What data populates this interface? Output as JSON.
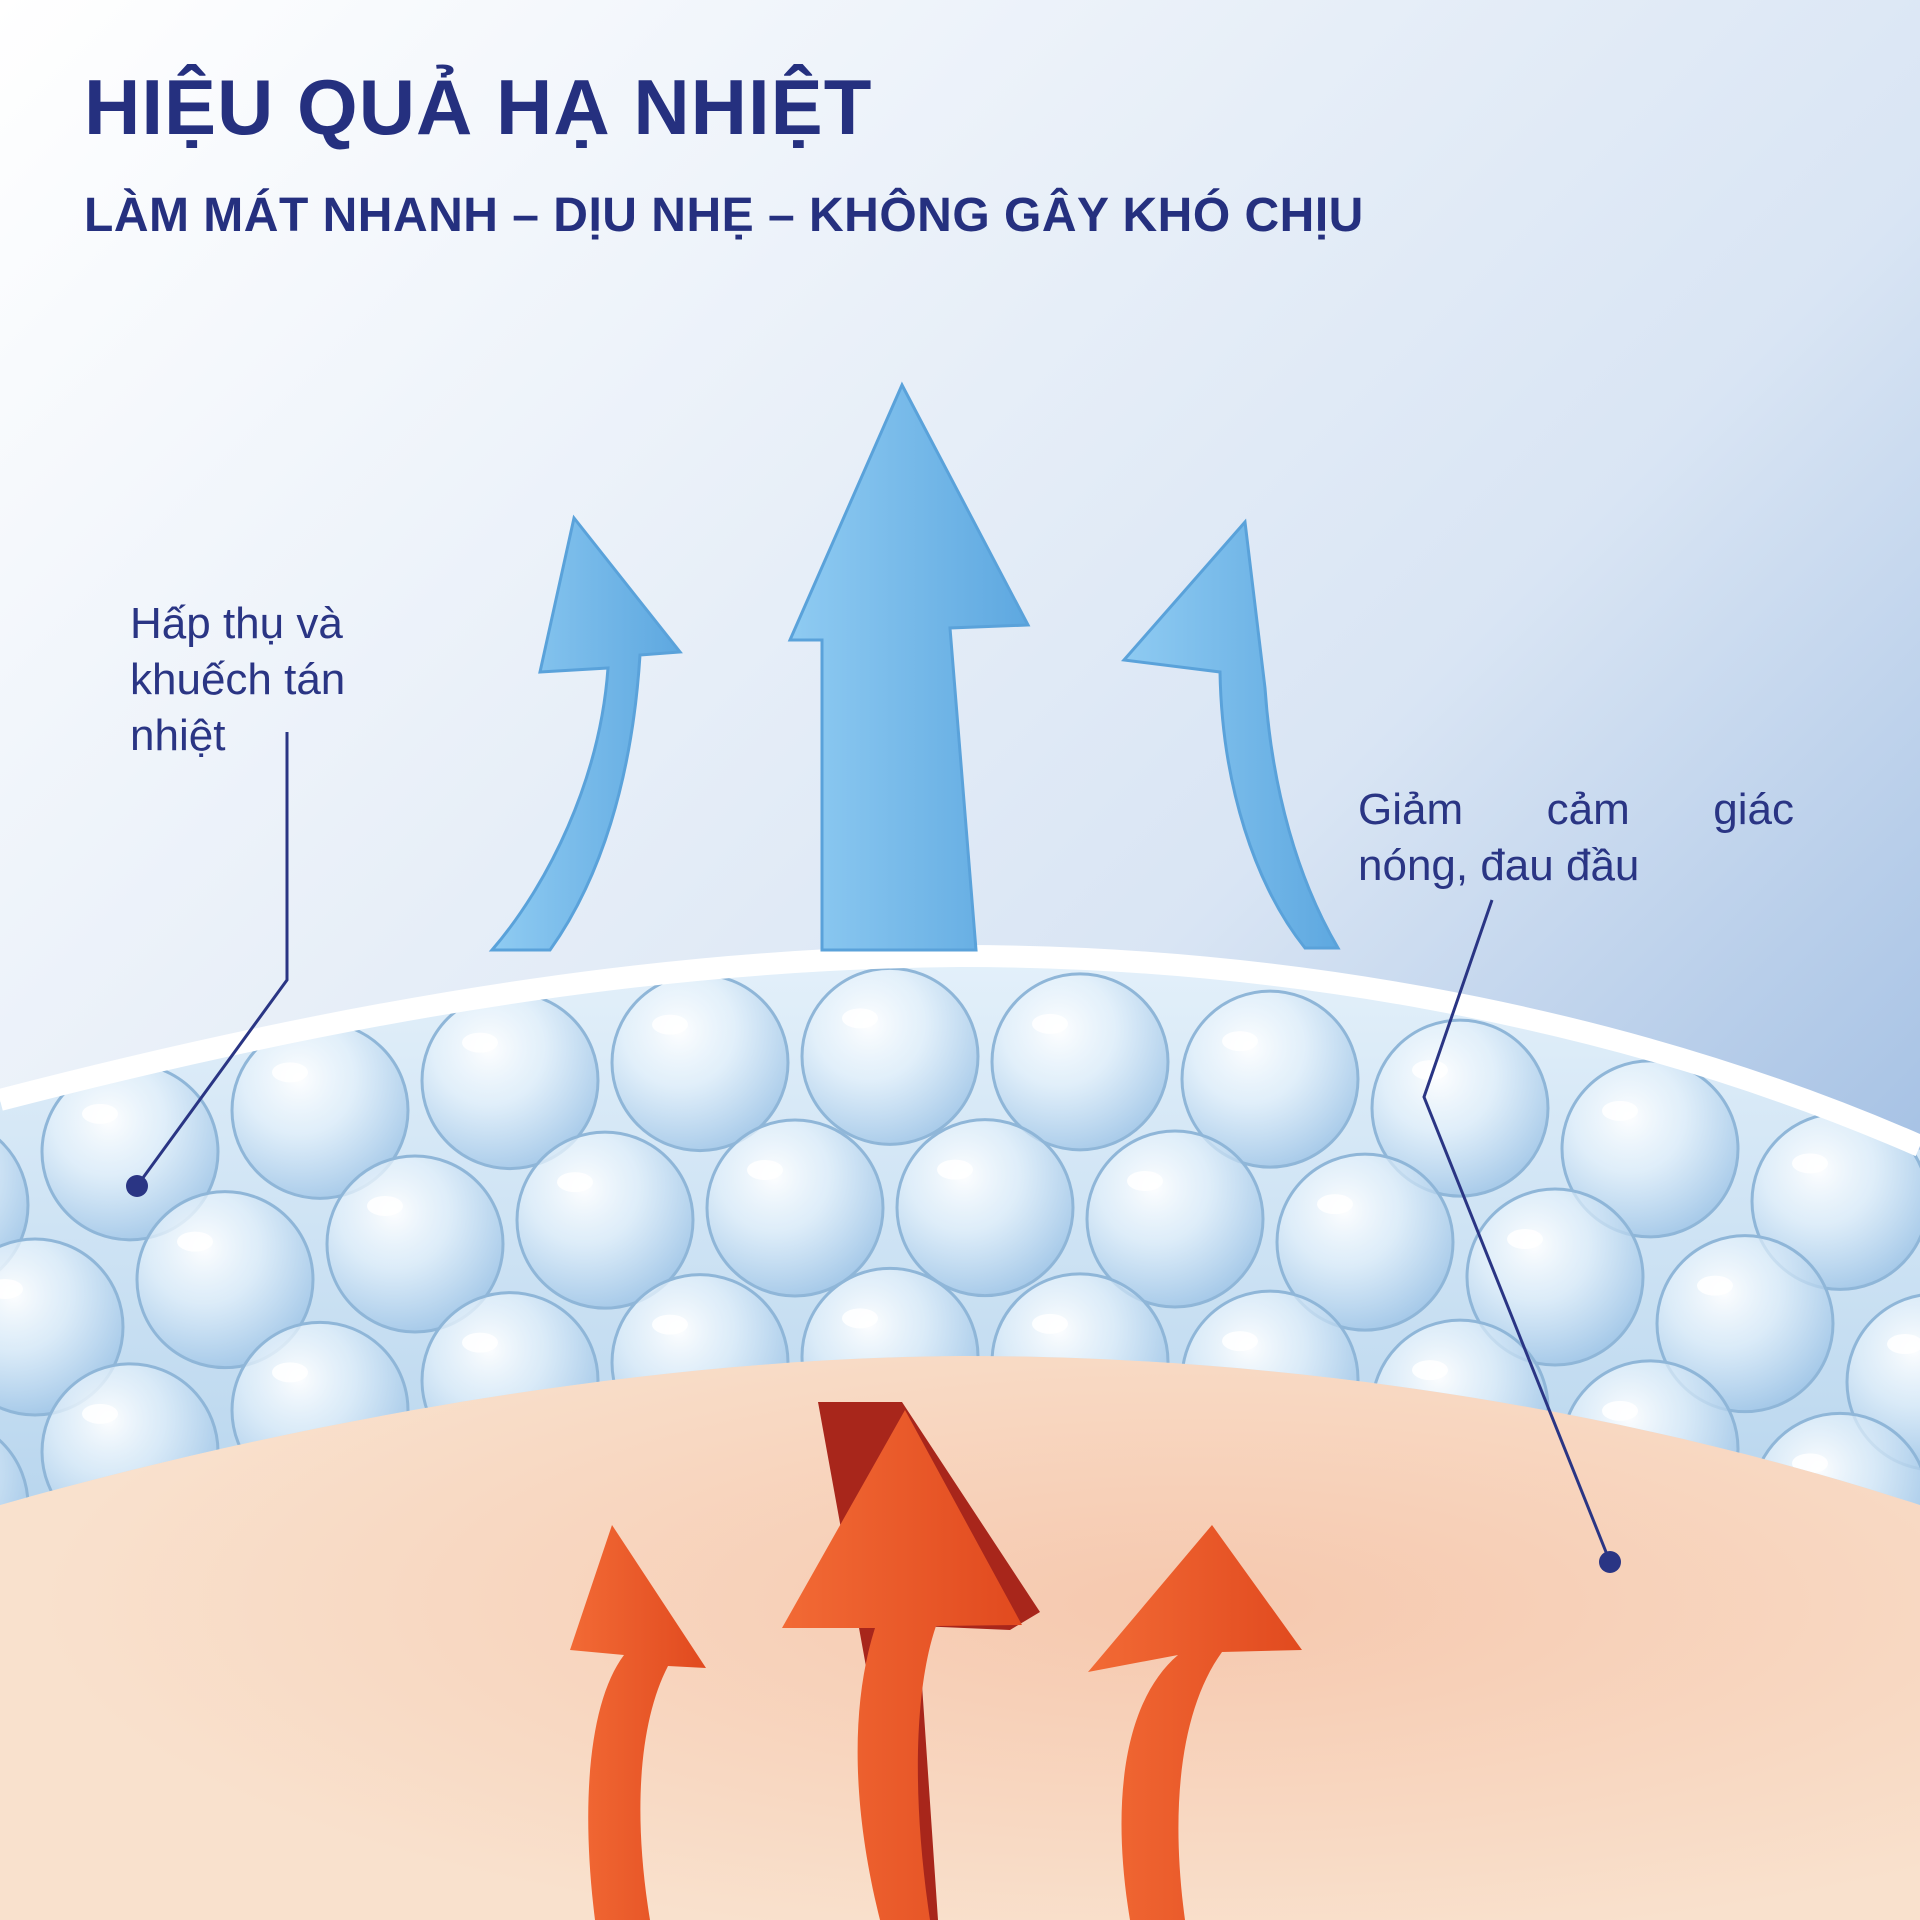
{
  "header": {
    "title": "HIỆU QUẢ HẠ NHIỆT",
    "subtitle": "LÀM MÁT NHANH – DỊU NHẸ – KHÔNG GÂY KHÓ CHỊU"
  },
  "annotations": {
    "absorb": {
      "lines": [
        "Hấp thụ và",
        "khuếch tán",
        "nhiệt"
      ]
    },
    "relief": {
      "lines": [
        "Giảm cảm giác",
        "nóng, đau đầu"
      ]
    }
  },
  "colors": {
    "title": "#25307f",
    "cool_arrow": "#6fb8ea",
    "heat_arrow": "#ec5b2b",
    "skin": "#f7d9c2",
    "gel": "#bcdaf0",
    "leader_line": "#2a3584"
  },
  "icons": {
    "cool_arrows": "curved-up-arrow-blue",
    "heat_arrows": "curved-up-arrow-orange",
    "gel_layer": "bubble-gel-layer"
  }
}
